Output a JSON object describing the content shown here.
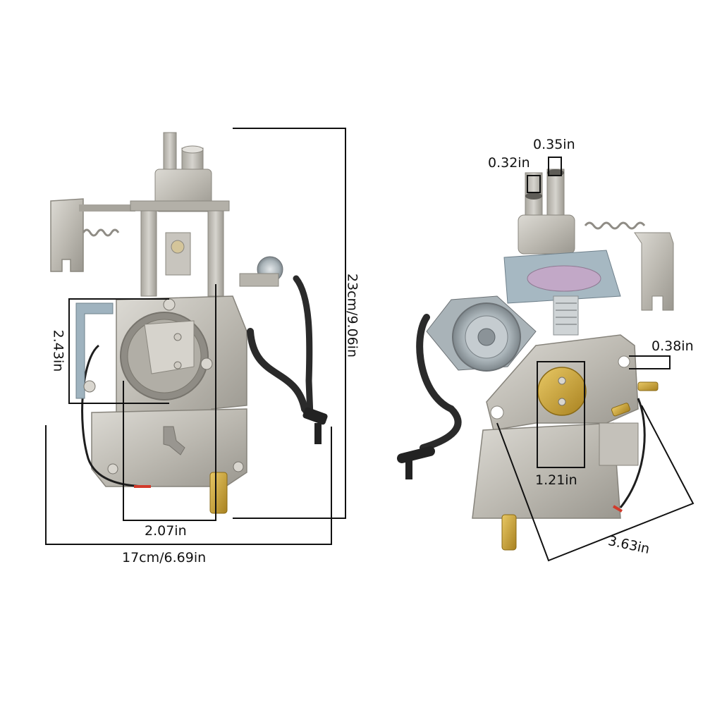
{
  "photo": {
    "subject_left": "carburetor-front-view",
    "subject_right": "carburetor-rear-view"
  },
  "dimensions": {
    "height_total": "23cm/9.06in",
    "width_total": "17cm/6.69in",
    "bore_width": "2.07in",
    "bore_height": "2.43in",
    "port_a": "0.32in",
    "port_b": "0.35in",
    "mount_hole": "0.38in",
    "throttle_width": "1.21in",
    "flange_diagonal": "3.63in"
  },
  "colors": {
    "metal": "#b9b6ae",
    "metal_dark": "#8e8b84",
    "metal_light": "#d8d6d0",
    "brass": "#c9a23c",
    "hose": "#2a2a2a",
    "wire_red": "#d23a2a",
    "blue_zinc": "#9fb3bf",
    "line": "#111111"
  }
}
